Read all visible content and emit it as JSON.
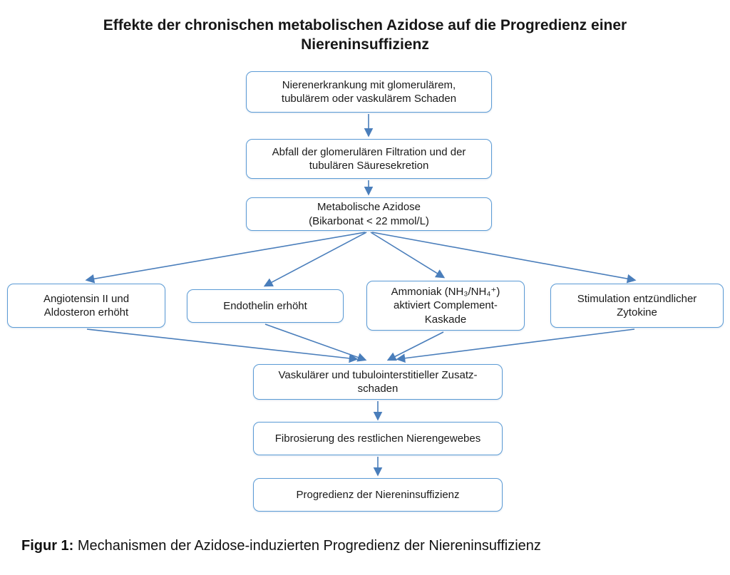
{
  "title": "Effekte der chronischen metabolischen Azidose auf die Progredienz einer\nNiereninsuffizienz",
  "nodes": {
    "disease": "Nierenerkrankung mit glomerulärem,\ntubulärem oder vaskulärem Schaden",
    "filtration": "Abfall der glomerulären Filtration und der\ntubulären Säuresekretion",
    "acidosis": "Metabolische Azidose\n(Bikarbonat < 22 mmol/L)",
    "angiotensin": "Angiotensin II und\nAldosteron erhöht",
    "endothelin": "Endothelin erhöht",
    "ammonia": "Ammoniak (NH₃/NH₄⁺)\naktiviert Complement-\nKaskade",
    "cytokines": "Stimulation entzündlicher\nZytokine",
    "damage": "Vaskulärer und tubulointerstitieller Zusatz-\nschaden",
    "fibrosis": "Fibrosierung des restlichen Nierengewebes",
    "progression": "Progredienz der Niereninsuffizienz"
  },
  "edges": [
    {
      "from": "disease",
      "to": "filtration"
    },
    {
      "from": "filtration",
      "to": "acidosis"
    },
    {
      "from": "acidosis",
      "to": "angiotensin"
    },
    {
      "from": "acidosis",
      "to": "endothelin"
    },
    {
      "from": "acidosis",
      "to": "ammonia"
    },
    {
      "from": "acidosis",
      "to": "cytokines"
    },
    {
      "from": "angiotensin",
      "to": "damage"
    },
    {
      "from": "endothelin",
      "to": "damage"
    },
    {
      "from": "ammonia",
      "to": "damage"
    },
    {
      "from": "cytokines",
      "to": "damage"
    },
    {
      "from": "damage",
      "to": "fibrosis"
    },
    {
      "from": "fibrosis",
      "to": "progression"
    }
  ],
  "caption": {
    "label": "Figur 1:",
    "text": " Mechanismen der Azidose-induzierten Progredienz der Niereninsuffizienz"
  },
  "colors": {
    "box_border": "#5b9bd5",
    "arrow": "#4a7ebb",
    "text": "#1a1a1a"
  }
}
